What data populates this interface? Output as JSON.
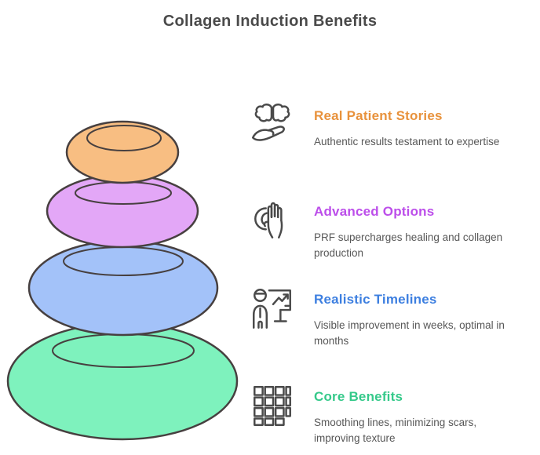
{
  "title": {
    "text": "Collagen Induction Benefits",
    "color": "#4A4A4A"
  },
  "background_color": "#FFFFFF",
  "stone_stack": {
    "outline_color": "#474040",
    "stones": [
      {
        "name": "real-patient-stories-stone",
        "position": "top",
        "fill": "#F8BE82"
      },
      {
        "name": "advanced-options-stone",
        "position": "second",
        "fill": "#E3A7F7"
      },
      {
        "name": "realistic-timelines-stone",
        "position": "third",
        "fill": "#A3C2F9"
      },
      {
        "name": "core-benefits-stone",
        "position": "bottom",
        "fill": "#7EF2BD"
      }
    ]
  },
  "icon_color": "#4A4A4A",
  "description_color": "#575757",
  "benefits": [
    {
      "heading": "Real Patient Stories",
      "description": "Authentic results testament to expertise",
      "color": "#E8923C",
      "icon": "hand-holding-brain-icon"
    },
    {
      "heading": "Advanced Options",
      "description": "PRF supercharges healing and collagen production",
      "color": "#BC4EEA",
      "icon": "waving-hand-icon"
    },
    {
      "heading": "Realistic Timelines",
      "description": "Visible improvement in weeks, optimal in months",
      "color": "#3D7FE0",
      "icon": "presenter-chart-icon"
    },
    {
      "heading": "Core Benefits",
      "description": "Smoothing lines, minimizing scars, improving texture",
      "color": "#35C98A",
      "icon": "grid-pattern-icon"
    }
  ]
}
